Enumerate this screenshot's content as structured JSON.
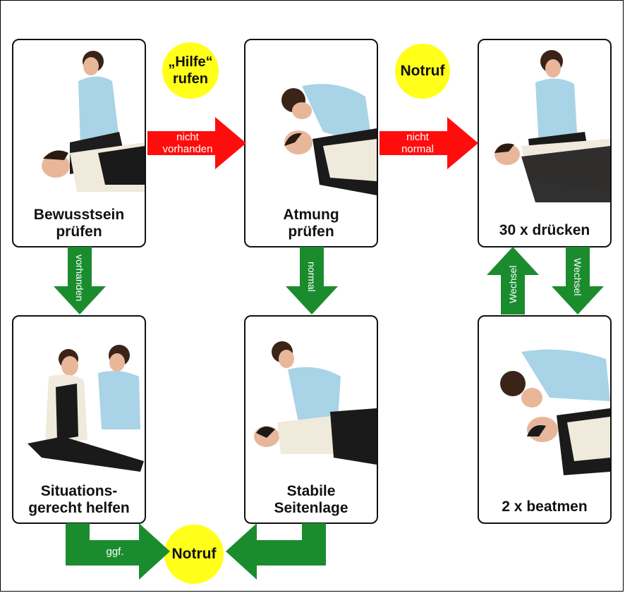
{
  "colors": {
    "red": "#ff0d0d",
    "green": "#1a8c2e",
    "yellow": "#ffff1a"
  },
  "cards": {
    "bewusstsein": {
      "caption": "Bewusstsein\nprüfen"
    },
    "atmung": {
      "caption": "Atmung\nprüfen"
    },
    "druecken": {
      "caption": "30 x drücken"
    },
    "situation": {
      "caption": "Situations-\ngerecht helfen"
    },
    "seitenlage": {
      "caption": "Stabile\nSeitenlage"
    },
    "beatmen": {
      "caption": "2 x beatmen"
    }
  },
  "circles": {
    "hilfe": "„Hilfe“\nrufen",
    "notruf_top": "Notruf",
    "notruf_bottom": "Notruf"
  },
  "arrows": {
    "nicht_vorhanden": "nicht\nvorhanden",
    "nicht_normal": "nicht\nnormal",
    "vorhanden": "vorhanden",
    "normal": "normal",
    "wechsel_up": "Wechsel",
    "wechsel_down": "Wechsel",
    "ggf": "ggf."
  }
}
